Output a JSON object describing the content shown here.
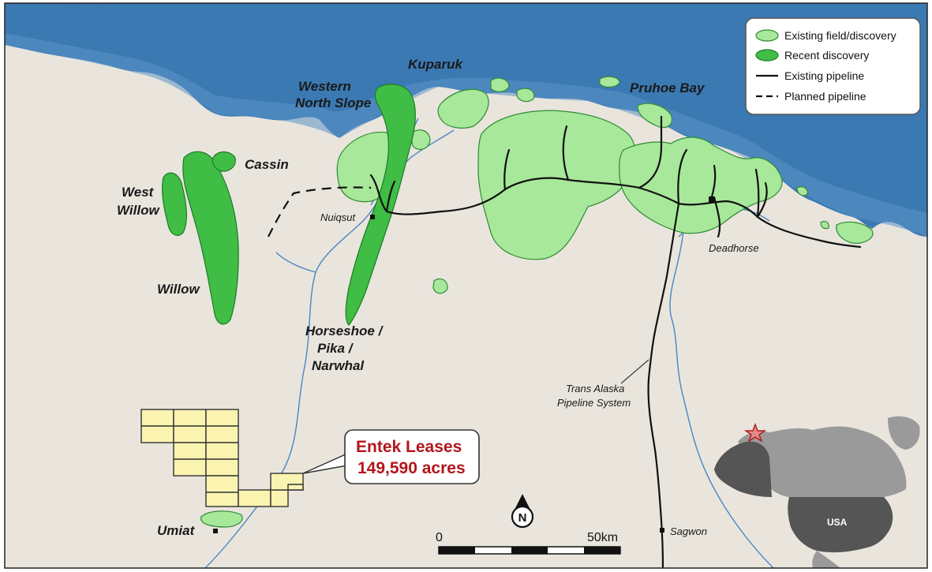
{
  "colors": {
    "land": "#e9e5dd",
    "sea": "#3b79b3",
    "existing_field": "#a8e89a",
    "recent_discovery": "#3fbd45",
    "lease": "#fbf3b0",
    "pipeline": "#111111",
    "river": "#4a86c2",
    "callout_text": "#b3151b"
  },
  "legend": {
    "items": [
      {
        "label": "Existing field/discovery",
        "symbol": "existing-field"
      },
      {
        "label": "Recent discovery",
        "symbol": "recent-discovery"
      },
      {
        "label": "Existing pipeline",
        "symbol": "solid-line"
      },
      {
        "label": "Planned pipeline",
        "symbol": "dashed-line"
      }
    ]
  },
  "labels": {
    "kuparuk": "Kuparuk",
    "western_1": "Western",
    "western_2": "North Slope",
    "pruhoe": "Pruhoe Bay",
    "cassin": "Cassin",
    "west_willow_1": "West",
    "west_willow_2": "Willow",
    "willow": "Willow",
    "horseshoe_1": "Horseshoe /",
    "horseshoe_2": "Pika /",
    "horseshoe_3": "Narwhal",
    "umiat": "Umiat"
  },
  "towns": {
    "nuiqsut": "Nuiqsut",
    "deadhorse": "Deadhorse",
    "sagwon": "Sagwon"
  },
  "taps": {
    "line1": "Trans Alaska",
    "line2": "Pipeline System"
  },
  "callout": {
    "line1": "Entek Leases",
    "line2": "149,590 acres"
  },
  "scale": {
    "start": "0",
    "end": "50km"
  },
  "north": "N",
  "inset": {
    "country": "USA",
    "marker_icon": "star-icon"
  }
}
